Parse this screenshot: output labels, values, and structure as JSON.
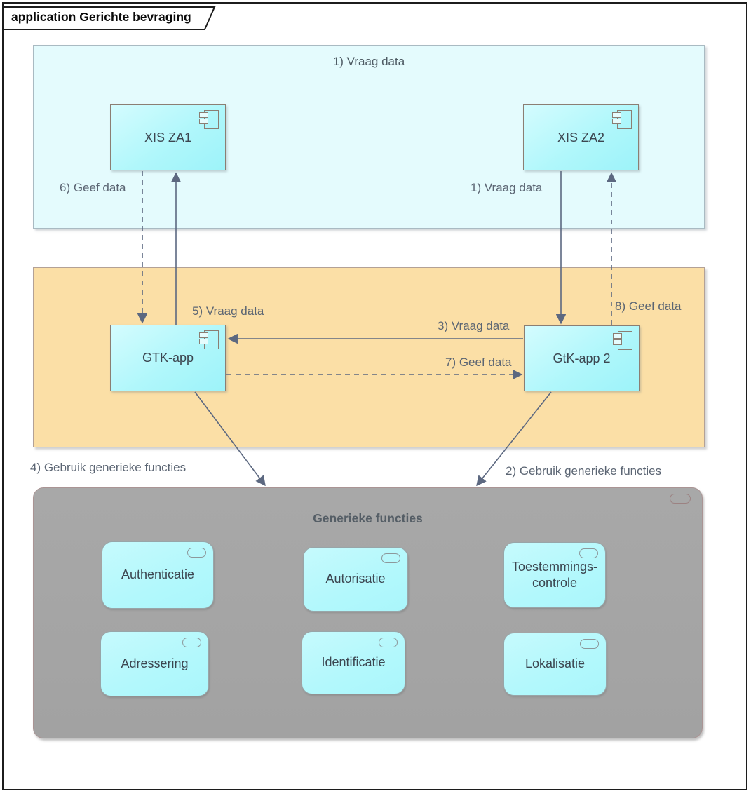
{
  "frame": {
    "title": "application Gerichte bevraging"
  },
  "zones": {
    "top": {
      "title": "1) Vraag data",
      "fill": "#e4fbfd"
    },
    "middle": {
      "fill": "#fbdfa6"
    },
    "generic": {
      "title": "Generieke functies",
      "fill": "#a3a3a3"
    }
  },
  "components": {
    "xis_za1": {
      "label": "XIS ZA1"
    },
    "xis_za2": {
      "label": "XIS ZA2"
    },
    "gtk_app": {
      "label": "GTK-app"
    },
    "gtk_app_2": {
      "label": "GtK-app 2"
    }
  },
  "services": {
    "authenticatie": {
      "label": "Authenticatie"
    },
    "autorisatie": {
      "label": "Autorisatie"
    },
    "toestemmingscontrole": {
      "label": "Toestemmings-controle"
    },
    "adressering": {
      "label": "Adressering"
    },
    "identificatie": {
      "label": "Identificatie"
    },
    "lokalisatie": {
      "label": "Lokalisatie"
    }
  },
  "flows": {
    "vraag_1": {
      "label": "1) Vraag data",
      "style": "solid"
    },
    "gebruik_2": {
      "label": "2) Gebruik generieke functies",
      "style": "solid"
    },
    "vraag_3": {
      "label": "3) Vraag data",
      "style": "solid"
    },
    "gebruik_4": {
      "label": "4) Gebruik generieke functies",
      "style": "solid"
    },
    "vraag_5": {
      "label": "5) Vraag data",
      "style": "solid"
    },
    "geef_6": {
      "label": "6) Geef data",
      "style": "dashed"
    },
    "geef_7": {
      "label": "7) Geef data",
      "style": "dashed"
    },
    "geef_8": {
      "label": "8) Geef data",
      "style": "dashed"
    }
  },
  "colors": {
    "arrow": "#5c6880",
    "component_fill": "#aef6fa",
    "component_border": "#8b7e73",
    "zone_top_fill": "#e4fbfd",
    "zone_middle_fill": "#fbdfa6",
    "zone_generic_fill": "#a3a3a3",
    "frame_border": "#1c1c1c"
  }
}
